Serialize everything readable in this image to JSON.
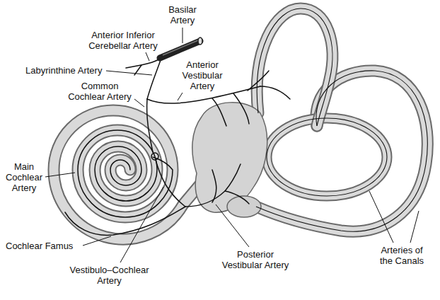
{
  "diagram": {
    "labels": [
      "Basilar Artery",
      "Anterior Inferior Cerebellar Artery",
      "Labyrinthine Artery",
      "Common Cochlear Artery",
      "Anterior Vestibular Artery",
      "Main Cochlear Artery",
      "Cochlear Famus",
      "Vestibulo–Cochlear Artery",
      "Posterior Vestibular Artery",
      "Arteries of the Canals"
    ]
  }
}
